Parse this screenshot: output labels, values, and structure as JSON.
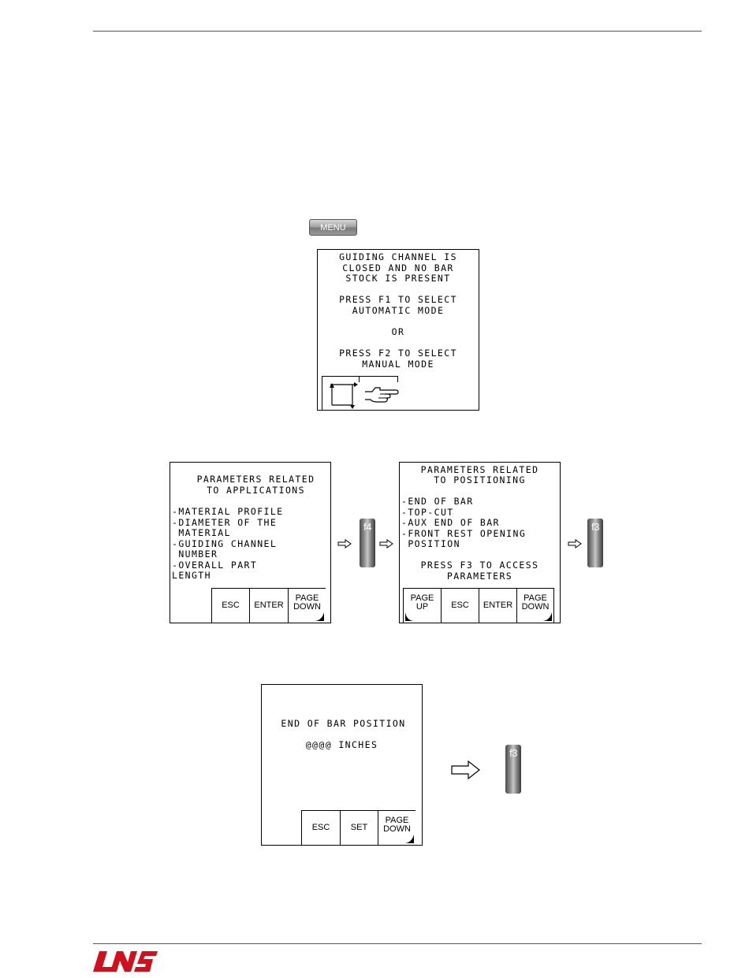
{
  "menu_key": {
    "label": "MENU"
  },
  "screen1": {
    "lines": [
      "GUIDING CHANNEL IS",
      "CLOSED AND NO BAR",
      "STOCK IS PRESENT",
      "PRESS F1 TO SELECT",
      "AUTOMATIC MODE",
      "OR",
      "PRESS F2 TO SELECT",
      "MANUAL MODE"
    ],
    "icons": [
      "cycle-arrows-icon",
      "manual-hand-icon"
    ]
  },
  "screen2": {
    "lines": [
      "PARAMETERS RELATED",
      "TO APPLICATIONS",
      "-MATERIAL PROFILE",
      "-DIAMETER OF THE",
      " MATERIAL",
      "-GUIDING CHANNEL",
      " NUMBER",
      "-OVERALL PART",
      "LENGTH"
    ],
    "keys": [
      {
        "top": "",
        "bottom": "ESC"
      },
      {
        "top": "",
        "bottom": "ENTER"
      },
      {
        "top": "PAGE",
        "bottom": "DOWN"
      }
    ]
  },
  "key_f4": {
    "label": "f4"
  },
  "screen3": {
    "lines": [
      "PARAMETERS RELATED",
      "TO POSITIONING",
      "-END OF BAR",
      "-TOP-CUT",
      "-AUX END OF BAR",
      "-FRONT REST OPENING",
      " POSITION",
      "PRESS F3 TO ACCESS",
      "PARAMETERS"
    ],
    "keys": [
      {
        "top": "PAGE",
        "bottom": "UP"
      },
      {
        "top": "",
        "bottom": "ESC"
      },
      {
        "top": "",
        "bottom": "ENTER"
      },
      {
        "top": "PAGE",
        "bottom": "DOWN"
      }
    ]
  },
  "key_f3_a": {
    "label": "f3"
  },
  "screen4": {
    "lines": [
      "END OF BAR POSITION",
      "@@@@ INCHES"
    ],
    "keys": [
      {
        "top": "",
        "bottom": "ESC"
      },
      {
        "top": "",
        "bottom": "SET"
      },
      {
        "top": "PAGE",
        "bottom": "DOWN"
      }
    ]
  },
  "key_f3_b": {
    "label": "f3"
  },
  "footer": {
    "logo_text": "LNS",
    "logo_color": "#d0101c"
  }
}
